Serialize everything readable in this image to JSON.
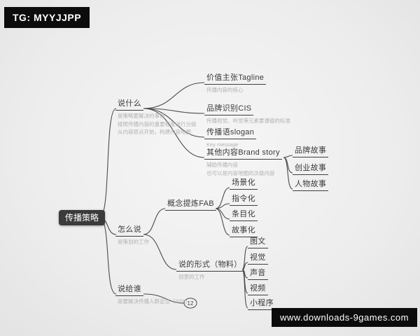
{
  "colors": {
    "background": "#ededed",
    "root_bg": "#3b3b3b",
    "root_text": "#ffffff",
    "line": "#4a4a4a",
    "label_text": "#3a3a3a",
    "note_text": "#b2b2b2",
    "watermark_bg": "#0c0c0c",
    "watermark_text": "#ffffff"
  },
  "watermark_top": {
    "text": "TG: MYYJJPP"
  },
  "watermark_bottom": {
    "text": "www.downloads-9games.com"
  },
  "map": {
    "root": {
      "label": "传播策略"
    },
    "what": {
      "label": "说什么",
      "notes": [
        "是策略要解决的事情",
        "按照传播内容的重要程度进行分级",
        "从内容原点开始，构建内容地图"
      ],
      "children": {
        "tagline": {
          "label": "价值主张Tagline",
          "note": "传播内容的核心"
        },
        "cis": {
          "label": "品牌识别CIS",
          "note": "传播视觉、听觉等元素要遵循的标准"
        },
        "slogan": {
          "label": "传播语slogan",
          "note": "Key message"
        },
        "brandstory": {
          "label": "其他内容Brand story",
          "notes": [
            "辅助传播内容",
            "也可以是内容地图的次级内容"
          ],
          "children": {
            "brand": {
              "label": "品牌故事"
            },
            "startup": {
              "label": "创业故事"
            },
            "people": {
              "label": "人物故事"
            }
          }
        }
      }
    },
    "how": {
      "label": "怎么说",
      "note": "是策划的工作",
      "children": {
        "fab": {
          "label": "概念提炼FAB",
          "children": {
            "scene": {
              "label": "场景化"
            },
            "command": {
              "label": "指令化"
            },
            "list": {
              "label": "条目化"
            },
            "story": {
              "label": "故事化"
            }
          }
        },
        "form": {
          "label": "说的形式（物料）",
          "note": "创意的工作",
          "children": {
            "graphic": {
              "label": "图文"
            },
            "visual": {
              "label": "视觉"
            },
            "sound": {
              "label": "声音"
            },
            "video": {
              "label": "视频"
            },
            "miniapp": {
              "label": "小程序"
            }
          }
        }
      }
    },
    "who": {
      "label": "说给谁",
      "note": "是要解决传播人群定位（STP)",
      "badge": "12"
    }
  }
}
